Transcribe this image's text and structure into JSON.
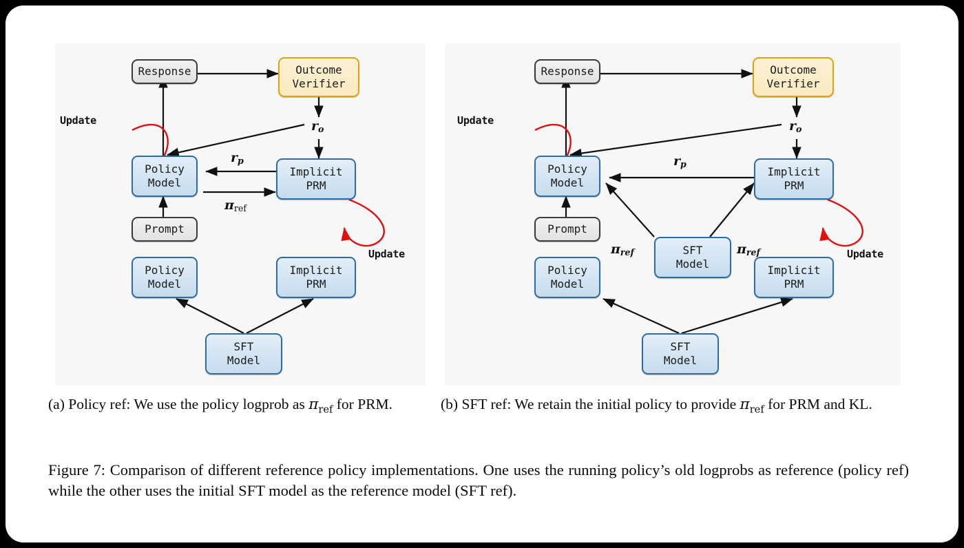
{
  "figure": {
    "caption_label": "Figure 7:",
    "caption_text": " Comparison of different reference policy implementations. One uses the running policy’s old logprobs as reference (policy ref) while the other uses the initial SFT model as the reference model (SFT ref).",
    "caption_full": "Figure 7: Comparison of different reference policy implementations. One uses the running policy’s old logprobs as reference (policy ref) while the other uses the initial SFT model as the reference model (SFT ref)."
  },
  "panel_a": {
    "subcaption_prefix": "(a) Policy ref: We use the policy logprob as ",
    "subcaption_math": "π",
    "subcaption_math_sub": "ref",
    "subcaption_suffix": " for PRM.",
    "subcaption_full": "(a) Policy ref: We use the policy logprob as πref for PRM.",
    "nodes": {
      "response": "Response",
      "outcome_verifier": "Outcome\nVerifier",
      "policy_model": "Policy\nModel",
      "implicit_prm": "Implicit\nPRM",
      "prompt": "Prompt",
      "policy_model_init": "Policy\nModel",
      "implicit_prm_init": "Implicit\nPRM",
      "sft_model": "SFT\nModel"
    },
    "labels": {
      "update_left": "Update",
      "update_right": "Update",
      "r_o": "r",
      "r_o_sub": "o",
      "r_p": "r",
      "r_p_sub": "p",
      "pi_ref": "π",
      "pi_ref_sub": "ref"
    }
  },
  "panel_b": {
    "subcaption_prefix": "(b) SFT ref: We retain the initial policy to provide ",
    "subcaption_math": "π",
    "subcaption_math_sub": "ref",
    "subcaption_suffix": " for PRM and KL.",
    "subcaption_full": "(b) SFT ref: We retain the initial policy to provide πref for PRM and KL.",
    "nodes": {
      "response": "Response",
      "outcome_verifier": "Outcome\nVerifier",
      "policy_model": "Policy\nModel",
      "implicit_prm": "Implicit\nPRM",
      "prompt": "Prompt",
      "sft_model_ref": "SFT\nModel",
      "policy_model_init": "Policy\nModel",
      "implicit_prm_init": "Implicit\nPRM",
      "sft_model": "SFT\nModel"
    },
    "labels": {
      "update_left": "Update",
      "update_right": "Update",
      "r_o": "r",
      "r_o_sub": "o",
      "r_p": "r",
      "r_p_sub": "p",
      "pi_ref_left": "π",
      "pi_ref_left_sub": "ref",
      "pi_ref_right": "π",
      "pi_ref_right_sub": "ref"
    }
  },
  "colors": {
    "page_background": "#000000",
    "card_background": "#ffffff",
    "panel_background": "#f7f7f7",
    "node_blue_fill": "#cfe2f1",
    "node_blue_border": "#2e6da4",
    "node_gray_fill": "#eaeaea",
    "node_gray_border": "#3a3a3a",
    "node_amber_fill": "#fbecc6",
    "node_amber_border": "#e0a310",
    "arrow_black": "#111111",
    "arrow_red": "#e01010"
  }
}
